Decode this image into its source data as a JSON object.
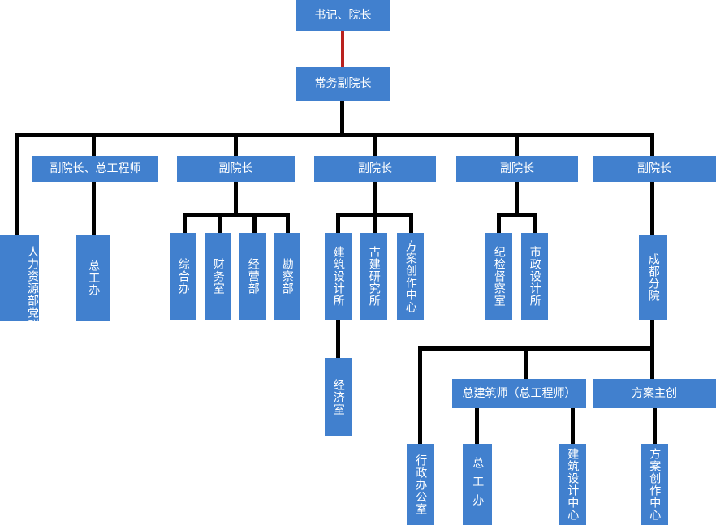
{
  "meta": {
    "title": "组织架构图",
    "node_color": "#4180ce",
    "link_color": "#000000",
    "accent_link_color": "#b9211e",
    "text_color": "#ffffff",
    "background": "#ffffff"
  },
  "nodes": {
    "n01": {
      "label": "书记、院长",
      "orient": "horizontal"
    },
    "n02": {
      "label": "常务副院长",
      "orient": "horizontal"
    },
    "n03": {
      "label": "副院长、总工程师",
      "orient": "horizontal"
    },
    "n04": {
      "label": "副院长",
      "orient": "horizontal"
    },
    "n05": {
      "label": "副院长",
      "orient": "horizontal"
    },
    "n06": {
      "label": "副院长",
      "orient": "horizontal"
    },
    "n07": {
      "label": "副院长",
      "orient": "horizontal"
    },
    "n08": {
      "label_right": "人力资源部",
      "label_left": "党群工作部",
      "orient": "vertical-two-column"
    },
    "n09": {
      "label": "总工办",
      "orient": "vertical"
    },
    "n10": {
      "label": "综合办",
      "orient": "vertical"
    },
    "n11": {
      "label": "财务室",
      "orient": "vertical"
    },
    "n12": {
      "label": "经营部",
      "orient": "vertical"
    },
    "n13": {
      "label": "勘察部",
      "orient": "vertical"
    },
    "n14": {
      "label": "建筑设计所",
      "orient": "vertical"
    },
    "n15": {
      "label": "古建研究所",
      "orient": "vertical"
    },
    "n16": {
      "label": "方案创作中心",
      "orient": "vertical"
    },
    "n17": {
      "label": "纪检督察室",
      "orient": "vertical"
    },
    "n18": {
      "label": "市政设计所",
      "orient": "vertical"
    },
    "n19": {
      "label": "成都分院",
      "orient": "vertical"
    },
    "n20": {
      "label": "经济室",
      "orient": "vertical"
    },
    "n21": {
      "label": "总建筑师（总工程师）",
      "orient": "horizontal"
    },
    "n22": {
      "label": "方案主创",
      "orient": "horizontal"
    },
    "n23": {
      "label": "行政办公室",
      "orient": "vertical"
    },
    "n24": {
      "label": "总工办",
      "orient": "vertical-spaced"
    },
    "n25": {
      "label": "建筑设计中心",
      "orient": "vertical"
    },
    "n26": {
      "label": "方案创作中心",
      "orient": "vertical"
    }
  }
}
